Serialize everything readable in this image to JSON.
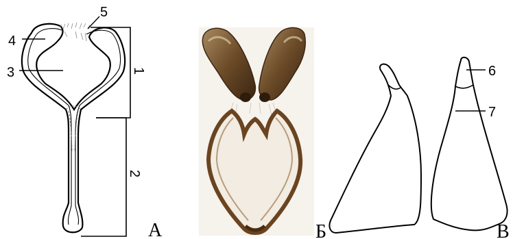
{
  "figure": {
    "panel_labels": {
      "a": "А",
      "b": "Б",
      "c": "В"
    },
    "callouts": [
      "1",
      "2",
      "3",
      "4",
      "5",
      "6",
      "7"
    ]
  }
}
